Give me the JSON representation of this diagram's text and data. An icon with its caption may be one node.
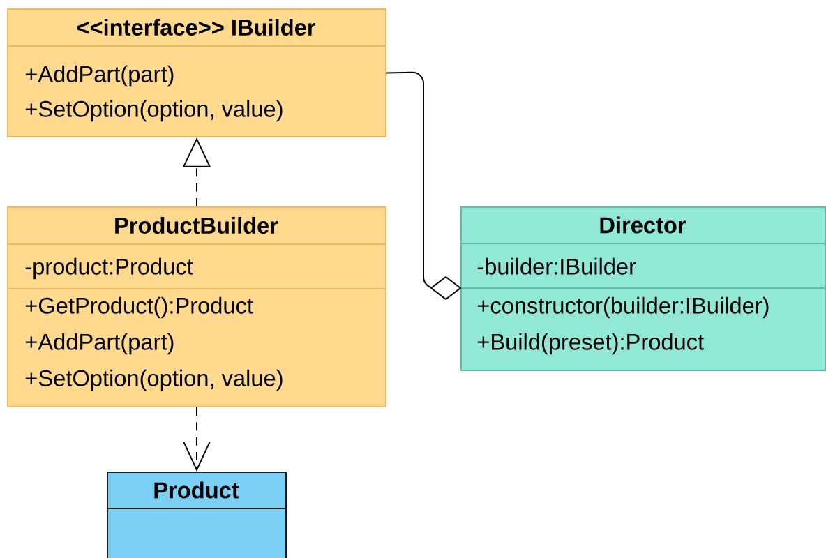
{
  "diagram": {
    "nodes": [
      {
        "text": [
          "<<interface>> IBuilder",
          "+AddPart(part)",
          "+SetOption(option, value)"
        ]
      },
      {
        "text": [
          "ProductBuilder",
          "-product:Product",
          "+GetProduct():Product",
          "+AddPart(part)",
          "+SetOption(option, value)"
        ]
      },
      {
        "text": [
          "Director",
          "-builder:IBuilder",
          "+constructor(builder:IBuilder)",
          "+Build(preset):Product"
        ]
      },
      {
        "text": [
          "Product"
        ]
      }
    ],
    "edges": [
      {
        "from": 1,
        "to": 0,
        "arrow": "to",
        "style": "dashed"
      },
      {
        "from": 0,
        "to": 2,
        "arrow": "other"
      },
      {
        "from": 1,
        "to": 3,
        "arrow": "to",
        "style": "dashed"
      }
    ]
  }
}
